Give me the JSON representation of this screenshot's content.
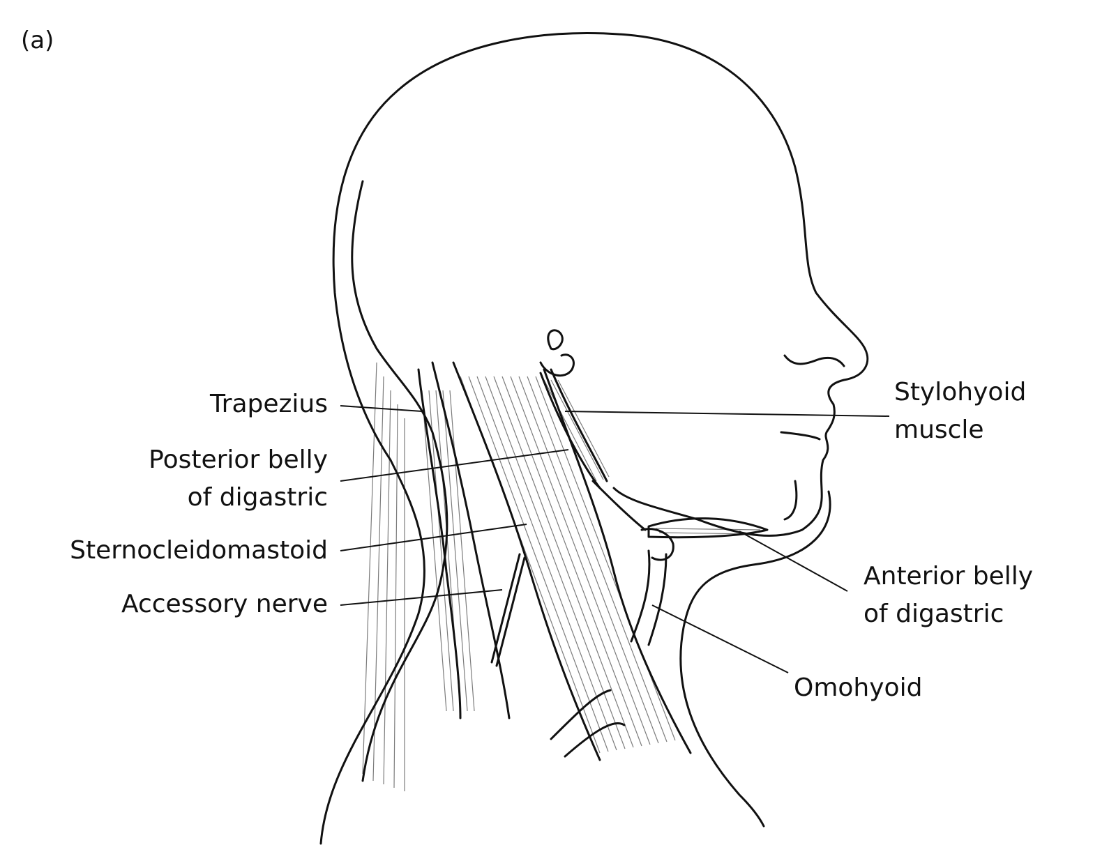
{
  "panel_label": "(a)",
  "labels": {
    "trapezius": "Trapezius",
    "posterior_belly": [
      "Posterior belly",
      "of digastric"
    ],
    "sternocleidomastoid": "Sternocleidomastoid",
    "accessory_nerve": "Accessory nerve",
    "stylohyoid": [
      "Stylohyoid",
      "muscle"
    ],
    "anterior_belly": [
      "Anterior belly",
      "of digastric"
    ],
    "omohyoid": "Omohyoid"
  },
  "colors": {
    "ink": "#111111",
    "background": "#ffffff"
  }
}
